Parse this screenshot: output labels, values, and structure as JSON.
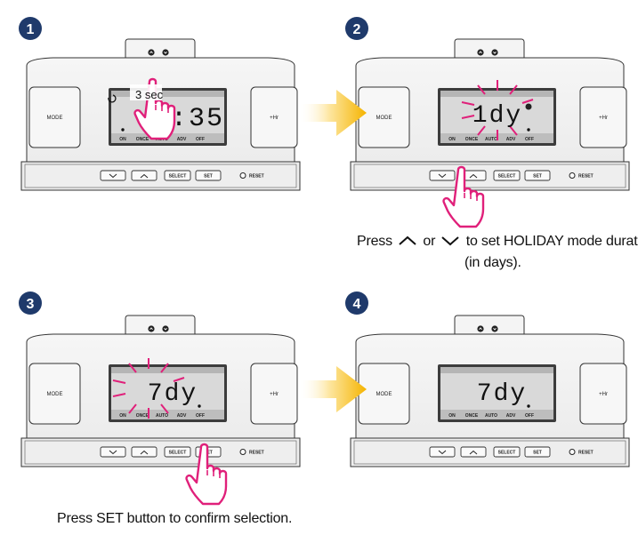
{
  "steps": [
    {
      "number": "1",
      "display": "1:35",
      "dot_under": "ON",
      "press_note": "3 sec"
    },
    {
      "number": "2",
      "display": "1dy",
      "dot_under": "OFF"
    },
    {
      "number": "3",
      "display": "7dy",
      "dot_under": "OFF"
    },
    {
      "number": "4",
      "display": "7dy",
      "dot_under": "OFF"
    }
  ],
  "device": {
    "mode_label": "MODE",
    "hr_label": "+Hr",
    "lcd_labels": [
      "ON",
      "ONCE",
      "AUTO",
      "ADV",
      "OFF"
    ],
    "select_label": "SELECT",
    "set_label": "SET",
    "reset_label": "RESET"
  },
  "captions": {
    "step2_prefix": "Press",
    "step2_or": "or",
    "step2_suffix": "to set HOLIDAY mode duration",
    "step2_line2": "(in days).",
    "step3": "Press SET button to confirm selection."
  },
  "colors": {
    "step_badge": "#1f3a6b",
    "flash": "#e0207a",
    "hand": "#e0207a",
    "arrow": "#f5b400",
    "lcd": "#d9d9d9",
    "lcd_band": "#b9b9b9"
  },
  "icons": [
    "hand-pointer-icon",
    "arrow-right-icon",
    "chevron-up-icon",
    "chevron-down-icon",
    "flash-rays-icon"
  ]
}
